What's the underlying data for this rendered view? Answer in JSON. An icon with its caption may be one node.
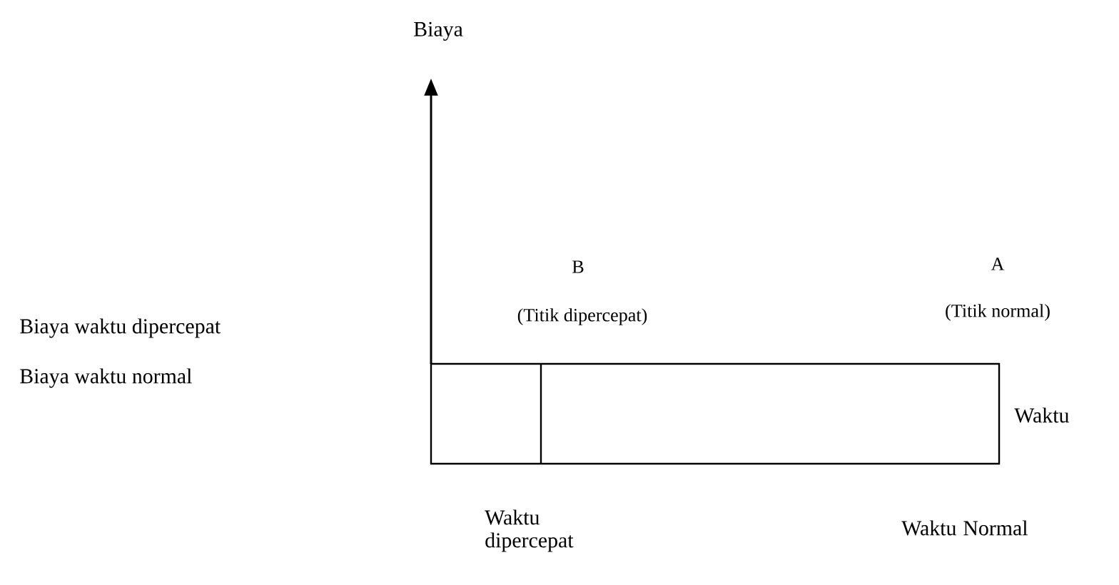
{
  "diagram": {
    "labels": [
      "Biaya",
      "B",
      "(Titik dipercepat)",
      "A",
      "(Titik normal)",
      "Biaya waktu dipercepat",
      "Biaya waktu normal",
      "Waktu",
      "Waktu dipercepat",
      "Waktu Normal"
    ]
  }
}
